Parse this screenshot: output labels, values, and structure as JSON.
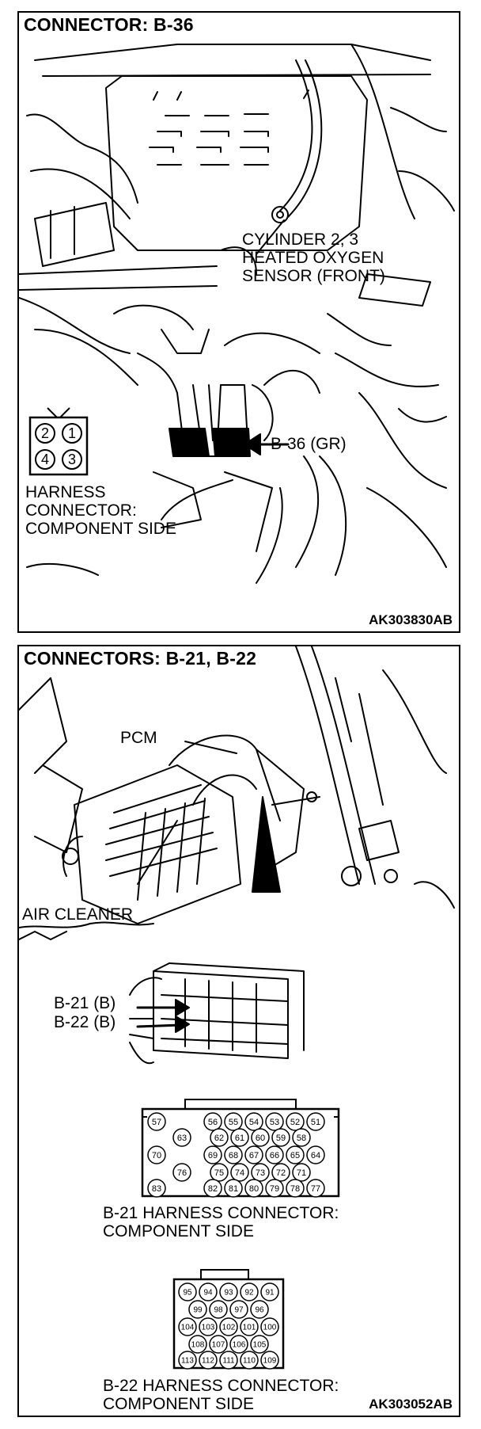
{
  "panel1": {
    "title": "CONNECTOR: B-36",
    "sensor_label": [
      "CYLINDER 2, 3",
      "HEATED OXYGEN",
      "SENSOR (FRONT)"
    ],
    "connector_label": "B-36 (GR)",
    "pin_numbers": [
      "2",
      "1",
      "4",
      "3"
    ],
    "harness_label": [
      "HARNESS",
      "CONNECTOR:",
      "COMPONENT SIDE"
    ],
    "code": "AK303830AB"
  },
  "panel2": {
    "title": "CONNECTORS: B-21, B-22",
    "pcm_label": "PCM",
    "air_cleaner_label": "AIR CLEANER",
    "b21_label": "B-21 (B)",
    "b22_label": "B-22 (B)",
    "b21_pins": {
      "row1": [
        "57",
        "56",
        "55",
        "54",
        "53",
        "52",
        "51"
      ],
      "row2": [
        "63",
        "62",
        "61",
        "60",
        "59",
        "58"
      ],
      "row3": [
        "70",
        "69",
        "68",
        "67",
        "66",
        "65",
        "64"
      ],
      "row4": [
        "76",
        "75",
        "74",
        "73",
        "72",
        "71"
      ],
      "row5": [
        "83",
        "82",
        "81",
        "80",
        "79",
        "78",
        "77"
      ]
    },
    "b21_caption": [
      "B-21 HARNESS CONNECTOR:",
      "COMPONENT SIDE"
    ],
    "b22_pins": {
      "row1": [
        "95",
        "94",
        "93",
        "92",
        "91"
      ],
      "row2": [
        "99",
        "98",
        "97",
        "96"
      ],
      "row3": [
        "104",
        "103",
        "102",
        "101",
        "100"
      ],
      "row4": [
        "108",
        "107",
        "106",
        "105"
      ],
      "row5": [
        "113",
        "112",
        "111",
        "110",
        "109"
      ]
    },
    "b22_caption": [
      "B-22 HARNESS CONNECTOR:",
      "COMPONENT SIDE"
    ],
    "code": "AK303052AB"
  }
}
